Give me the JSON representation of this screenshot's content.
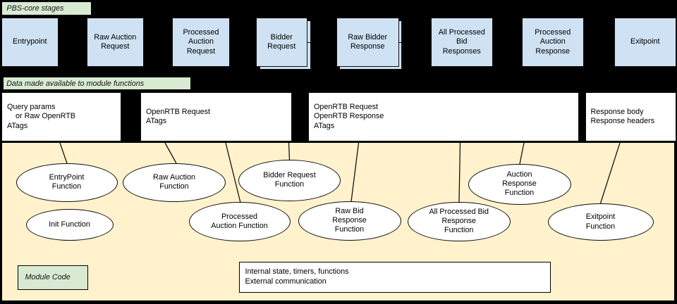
{
  "colors": {
    "background": "#000000",
    "stage_box_fill": "#cfe2f3",
    "label_fill": "#d9ead3",
    "module_area_fill": "#fff2cc",
    "data_box_fill": "#ffffff",
    "function_fill": "#ffffff",
    "stroke": "#000000"
  },
  "core_stages": {
    "label": "PBS-core stages",
    "boxes": [
      {
        "label": "Entrypoint",
        "stacked": false
      },
      {
        "label": "Raw Auction\nRequest",
        "stacked": false
      },
      {
        "label": "Processed\nAuction\nRequest",
        "stacked": false
      },
      {
        "label": "Bidder\nRequest",
        "stacked": true
      },
      {
        "label": "Raw Bidder\nResponse",
        "stacked": true
      },
      {
        "label": "All Processed\nBid\nResponses",
        "stacked": false
      },
      {
        "label": "Processed\nAuction\nResponse",
        "stacked": false
      },
      {
        "label": "Exitpoint",
        "stacked": false
      }
    ]
  },
  "data_section": {
    "label": "Data made available to module functions",
    "boxes": [
      {
        "text": "Query params\n    or Raw OpenRTB\nATags"
      },
      {
        "text": "OpenRTB Request\nATags"
      },
      {
        "text": "OpenRTB Request\nOpenRTB Response\nATags"
      },
      {
        "text": "Response body\nResponse headers"
      }
    ]
  },
  "module_area": {
    "label": "Module Code",
    "functions": [
      {
        "label": "EntryPoint\nFunction"
      },
      {
        "label": "Raw Auction\nFunction"
      },
      {
        "label": "Bidder Request\nFunction"
      },
      {
        "label": "Auction\nResponse\nFunction"
      },
      {
        "label": "Init Function"
      },
      {
        "label": "Processed\nAuction Function"
      },
      {
        "label": "Raw Bid\nResponse\nFunction"
      },
      {
        "label": "All Processed Bid\nResponse\nFunction"
      },
      {
        "label": "Exitpoint\nFunction"
      }
    ],
    "internal_box_text": "Internal state, timers, functions\nExternal communication"
  }
}
